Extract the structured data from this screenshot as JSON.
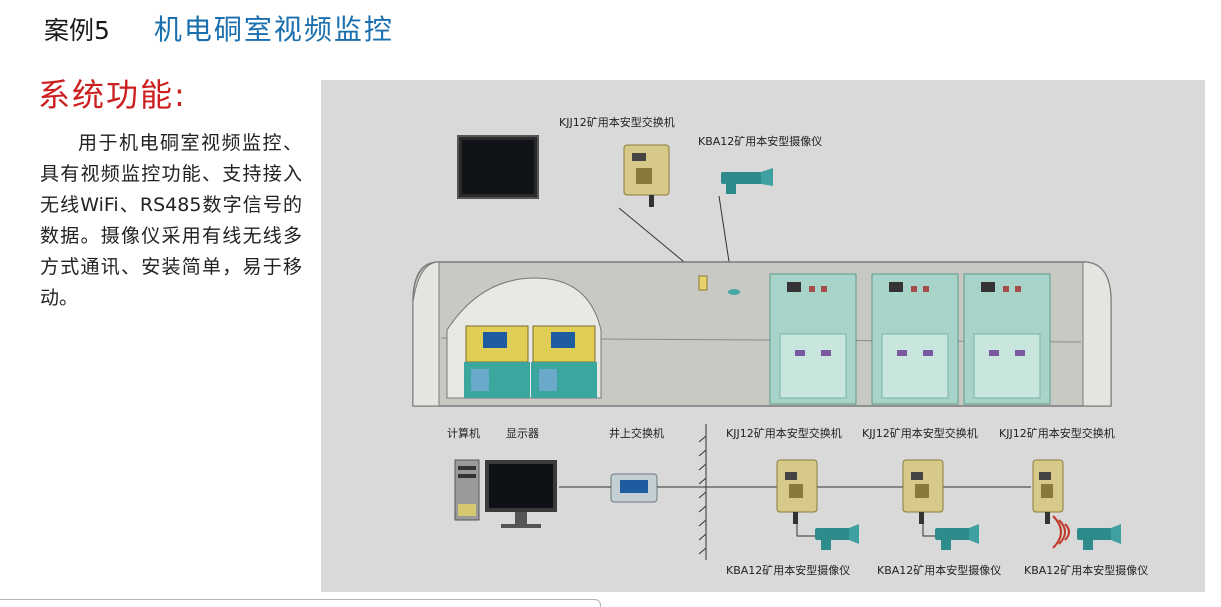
{
  "header": {
    "case_label": "案例5",
    "case_title": "机电硐室视频监控"
  },
  "section": {
    "title": "系统功能:",
    "description": "用于机电硐室视频监控、具有视频监控功能、支持接入无线WiFi、RS485数字信号的数据。摄像仪采用有线无线多方式通讯、安装简单，易于移动。"
  },
  "diagram": {
    "top_switch_label": "KJJ12矿用本安型交换机",
    "top_camera_label": "KBA12矿用本安型摄像仪",
    "computer_label": "计算机",
    "monitor_label": "显示器",
    "surface_switch_label": "井上交换机",
    "switch_labels": [
      "KJJ12矿用本安型交换机",
      "KJJ12矿用本安型交换机",
      "KJJ12矿用本安型交换机"
    ],
    "camera_labels": [
      "KBA12矿用本安型摄像仪",
      "KBA12矿用本安型摄像仪",
      "KBA12矿用本安型摄像仪"
    ]
  }
}
